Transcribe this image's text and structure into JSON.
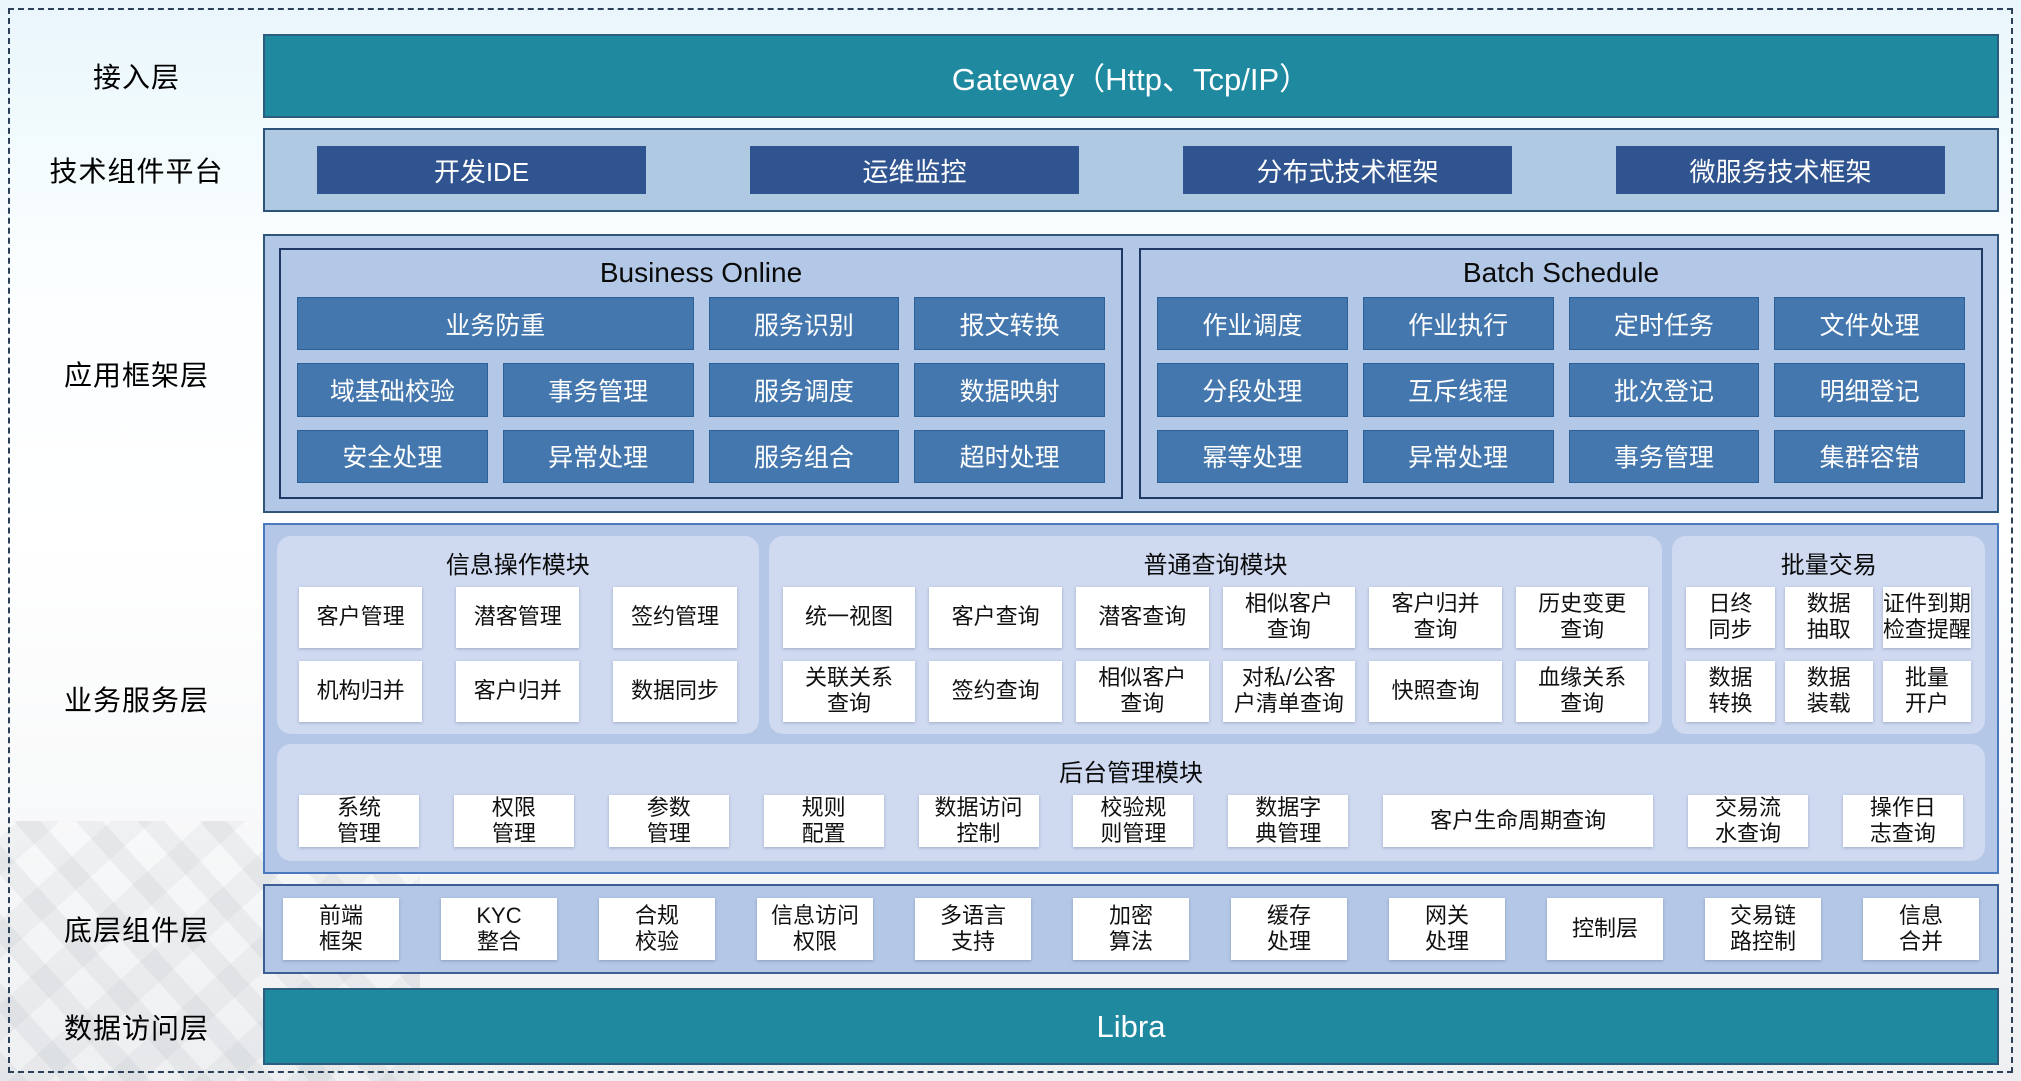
{
  "colors": {
    "accent_teal": "#1f89a0",
    "dark_blue_node": "#30548f",
    "mid_blue_node": "#4477ad",
    "container_blue": "#b2c8e6",
    "panel_blue": "#cfdaf1",
    "dashed_border": "#2d4059"
  },
  "rows": {
    "access": {
      "label": "接入层",
      "gateway": "Gateway（Http、Tcp/IP）"
    },
    "tech": {
      "label": "技术组件平台",
      "items": [
        "开发IDE",
        "运维监控",
        "分布式技术框架",
        "微服务技术框架"
      ]
    },
    "framework": {
      "label": "应用框架层",
      "business_online": {
        "title": "Business Online",
        "items": [
          "业务防重",
          "服务识别",
          "报文转换",
          "域基础校验",
          "事务管理",
          "服务调度",
          "数据映射",
          "安全处理",
          "异常处理",
          "服务组合",
          "超时处理"
        ]
      },
      "batch_schedule": {
        "title": "Batch Schedule",
        "items": [
          "作业调度",
          "作业执行",
          "定时任务",
          "文件处理",
          "分段处理",
          "互斥线程",
          "批次登记",
          "明细登记",
          "幂等处理",
          "异常处理",
          "事务管理",
          "集群容错"
        ]
      }
    },
    "services": {
      "label": "业务服务层",
      "info_ops": {
        "title": "信息操作模块",
        "items": [
          "客户管理",
          "潜客管理",
          "签约管理",
          "机构归并",
          "客户归并",
          "数据同步"
        ]
      },
      "common_query": {
        "title": "普通查询模块",
        "items": [
          "统一视图",
          "客户查询",
          "潜客查询",
          "相似客户\n查询",
          "客户归并\n查询",
          "历史变更\n查询",
          "关联关系\n查询",
          "签约查询",
          "相似客户\n查询",
          "对私/公客\n户清单查询",
          "快照查询",
          "血缘关系\n查询"
        ]
      },
      "batch_trade": {
        "title": "批量交易",
        "items": [
          "日终\n同步",
          "数据\n抽取",
          "证件到期\n检查提醒",
          "数据\n转换",
          "数据\n装载",
          "批量\n开户"
        ]
      },
      "admin": {
        "title": "后台管理模块",
        "items": [
          "系统\n管理",
          "权限\n管理",
          "参数\n管理",
          "规则\n配置",
          "数据访问\n控制",
          "校验规\n则管理",
          "数据字\n典管理",
          "客户生命周期查询",
          "交易流\n水查询",
          "操作日\n志查询"
        ]
      }
    },
    "base": {
      "label": "底层组件层",
      "items": [
        "前端\n框架",
        "KYC\n整合",
        "合规\n校验",
        "信息访问\n权限",
        "多语言\n支持",
        "加密\n算法",
        "缓存\n处理",
        "网关\n处理",
        "控制层",
        "交易链\n路控制",
        "信息\n合并"
      ]
    },
    "data_access": {
      "label": "数据访问层",
      "bar": "Libra"
    }
  }
}
